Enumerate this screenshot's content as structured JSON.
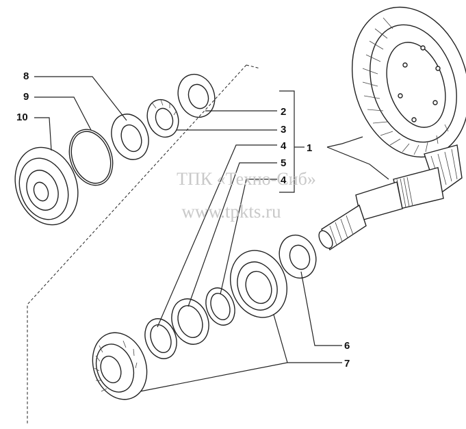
{
  "watermark": {
    "company": "ТПК «Техно-Сиб»",
    "website": "www.tpkts.ru"
  },
  "callouts": {
    "c1": "1",
    "c2": "2",
    "c3": "3",
    "c4a": "4",
    "c5": "5",
    "c4b": "4",
    "c6": "6",
    "c7": "7",
    "c8": "8",
    "c9": "9",
    "c10": "10"
  }
}
